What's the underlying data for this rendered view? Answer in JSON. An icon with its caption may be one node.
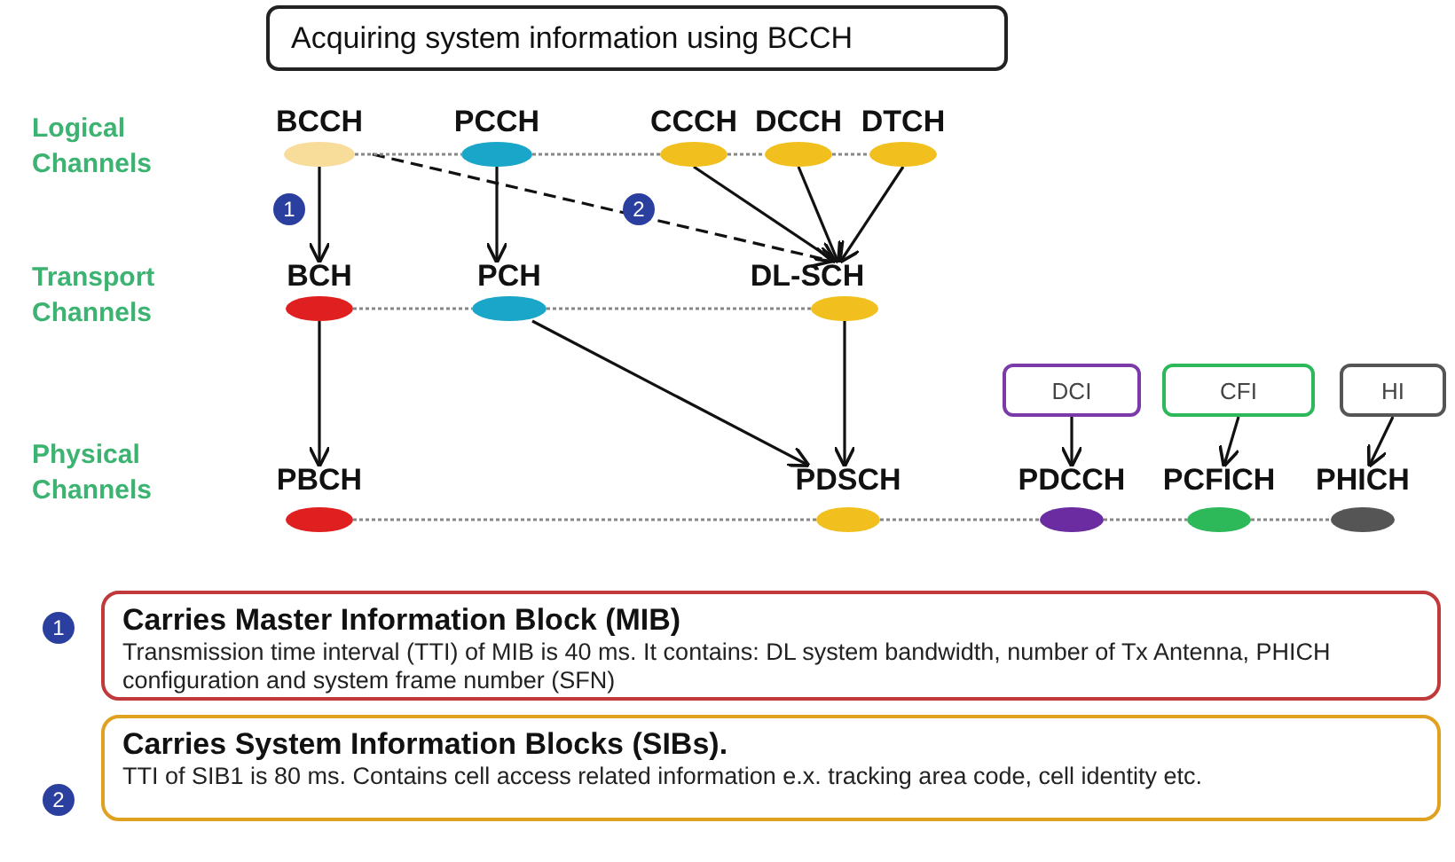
{
  "diagram": {
    "title": "Acquiring system information using BCCH",
    "nodes": [
      {
        "text": [
          "BCCH"
        ]
      },
      {
        "text": [
          "PCCH"
        ]
      },
      {
        "text": [
          "CCCH"
        ]
      },
      {
        "text": [
          "DCCH"
        ]
      },
      {
        "text": [
          "DTCH"
        ]
      },
      {
        "text": [
          "BCH"
        ]
      },
      {
        "text": [
          "PCH"
        ]
      },
      {
        "text": [
          "DL-SCH"
        ]
      },
      {
        "text": [
          "DCI"
        ]
      },
      {
        "text": [
          "CFI"
        ]
      },
      {
        "text": [
          "HI"
        ]
      },
      {
        "text": [
          "PBCH"
        ]
      },
      {
        "text": [
          "PDSCH"
        ]
      },
      {
        "text": [
          "PDCCH"
        ]
      },
      {
        "text": [
          "PCFICH"
        ]
      },
      {
        "text": [
          "PHICH"
        ]
      },
      {
        "text": [
          "Carries Master Information Block (MIB)",
          "Transmission time interval (TTI) of MIB is 40 ms.  It contains: DL system bandwidth,  number of Tx Antenna, PHICH configuration and system frame number (SFN)"
        ]
      },
      {
        "text": [
          "Carries System Information Blocks (SIBs).",
          "TTI of SIB1 is 80 ms. Contains cell access related information e.x. tracking area code, cell identity etc."
        ]
      }
    ],
    "edges": [
      {
        "from": 0,
        "to": 5,
        "arrow": "to"
      },
      {
        "from": 0,
        "to": 7,
        "arrow": "to",
        "style": "dashed"
      },
      {
        "from": 1,
        "to": 6,
        "arrow": "to"
      },
      {
        "from": 2,
        "to": 7,
        "arrow": "to"
      },
      {
        "from": 3,
        "to": 7,
        "arrow": "to"
      },
      {
        "from": 4,
        "to": 7,
        "arrow": "to"
      },
      {
        "from": 5,
        "to": 11,
        "arrow": "to"
      },
      {
        "from": 6,
        "to": 12,
        "arrow": "to"
      },
      {
        "from": 7,
        "to": 12,
        "arrow": "to"
      },
      {
        "from": 8,
        "to": 13,
        "arrow": "to"
      },
      {
        "from": 9,
        "to": 14,
        "arrow": "to"
      },
      {
        "from": 10,
        "to": 15,
        "arrow": "to"
      },
      {
        "from": 0,
        "to": 1,
        "arrow": "none",
        "style": "dashed",
        "color": "#888888"
      },
      {
        "from": 1,
        "to": 2,
        "arrow": "none",
        "style": "dashed",
        "color": "#888888"
      },
      {
        "from": 2,
        "to": 3,
        "arrow": "none",
        "style": "dashed",
        "color": "#888888"
      },
      {
        "from": 3,
        "to": 4,
        "arrow": "none",
        "style": "dashed",
        "color": "#888888"
      },
      {
        "from": 5,
        "to": 6,
        "arrow": "none",
        "style": "dashed",
        "color": "#888888"
      },
      {
        "from": 6,
        "to": 7,
        "arrow": "none",
        "style": "dashed",
        "color": "#888888"
      },
      {
        "from": 11,
        "to": 12,
        "arrow": "none",
        "style": "dashed",
        "color": "#888888"
      },
      {
        "from": 12,
        "to": 13,
        "arrow": "none",
        "style": "dashed",
        "color": "#888888"
      },
      {
        "from": 13,
        "to": 14,
        "arrow": "none",
        "style": "dashed",
        "color": "#888888"
      },
      {
        "from": 14,
        "to": 15,
        "arrow": "none",
        "style": "dashed",
        "color": "#888888"
      }
    ],
    "labels": [
      "Logical Channels",
      "1",
      "2",
      "Transport Channels",
      "Physical Channels",
      "1",
      "2"
    ]
  }
}
